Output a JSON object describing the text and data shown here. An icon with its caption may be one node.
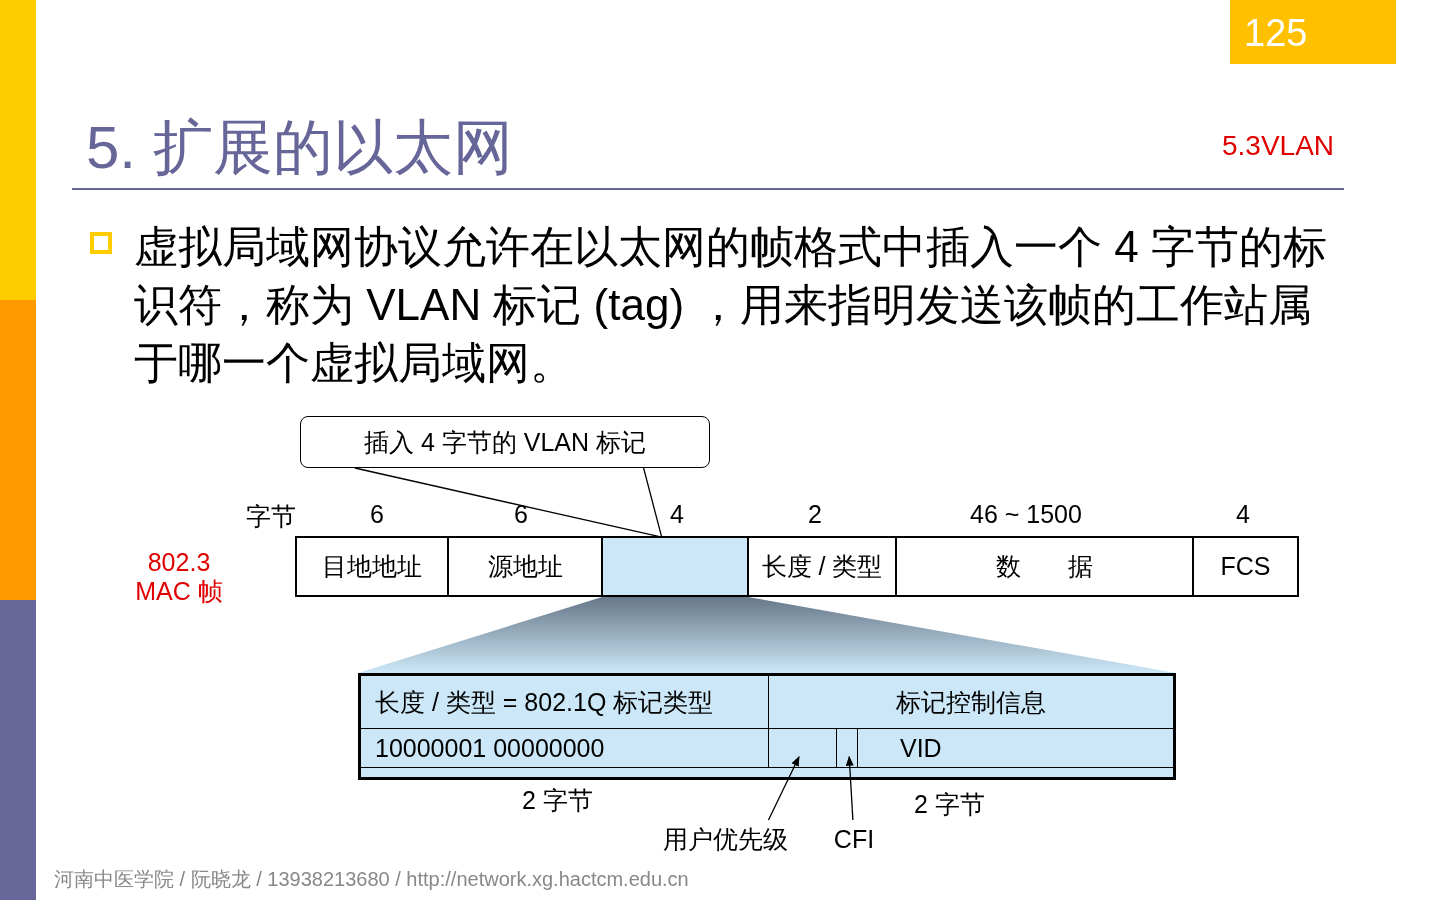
{
  "diagram": {
    "title": "5. 扩展的以太网",
    "nodes": [
      {
        "text": [
          "插入 4 字节的 VLAN 标记"
        ]
      },
      {
        "text": [
          "目地地址"
        ]
      },
      {
        "text": [
          "源地址"
        ]
      },
      {
        "text": [],
        "shape": "box"
      },
      {
        "text": [
          "长度 / 类型"
        ]
      },
      {
        "text": [
          "数 据"
        ]
      },
      {
        "text": [
          "FCS"
        ]
      },
      {
        "text": [
          "长度 / 类型 = 802.1Q 标记类型"
        ]
      },
      {
        "text": [
          "标记控制信息"
        ]
      },
      {
        "text": [
          "10000001 00000000"
        ]
      },
      {
        "text": [],
        "shape": "box"
      },
      {
        "text": [],
        "shape": "box"
      },
      {
        "text": [
          "VID"
        ]
      },
      {
        "text": [
          "用户优先级"
        ]
      },
      {
        "text": [
          "CFI"
        ]
      }
    ],
    "edges": [
      {
        "from": 0,
        "to": 3,
        "arrow": "none"
      },
      {
        "from": 13,
        "to": 10,
        "arrow": "to"
      },
      {
        "from": 14,
        "to": 11,
        "arrow": "to"
      }
    ],
    "labels": [
      "125",
      "5.3VLAN",
      "虚拟局域网协议允许在以太网的帧格式中插入一个 4 字节的标识符，称为 VLAN 标记 (tag) ，用来指明发送该帧的工作站属于哪一个虚拟局域网。",
      "字节",
      "6",
      "6",
      "4",
      "2",
      "46 ~ 1500",
      "4",
      "802.3 MAC 帧",
      "2 字节",
      "2 字节",
      "河南中医学院 / 阮晓龙 / 13938213680 / http://network.xg.hactcm.edu.cn"
    ]
  }
}
